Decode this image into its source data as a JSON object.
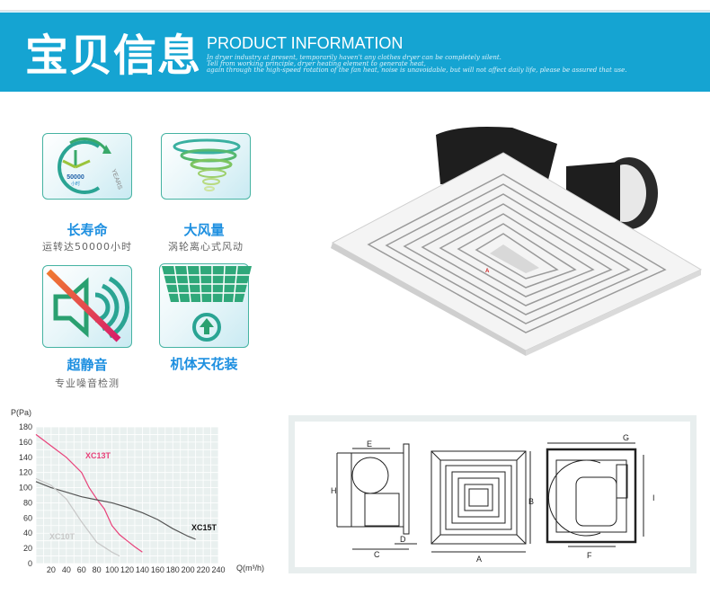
{
  "header": {
    "title_cn": "宝贝信息",
    "title_en": "PRODUCT INFORMATION",
    "description": [
      "In dryer industry at present, temporarily haven't any clothes dryer can be completely silent.",
      "Tell from working principle, dryer heating element to generate heat,",
      "again through the high-speed rotation of the fan heat, noise is unavoidable, but will not affect daily life, please be assured that use."
    ],
    "accent_color": "#15a4d2"
  },
  "features": [
    {
      "icon": "clock-icon",
      "icon_text_1": "50000",
      "icon_text_2": "小时",
      "icon_text_3": "YEARS",
      "label": "长寿命",
      "sub": "运转达50000小时"
    },
    {
      "icon": "tornado-icon",
      "label": "大风量",
      "sub": "涡轮离心式风动"
    },
    {
      "icon": "mute-speaker-icon",
      "label": "超静音",
      "sub": "专业噪音检测"
    },
    {
      "icon": "ceiling-mount-icon",
      "label": "机体天花装",
      "sub": ""
    }
  ],
  "chart_data": {
    "type": "line",
    "title": "",
    "xlabel": "Q(m³/h)",
    "ylabel": "P(Pa)",
    "xlim": [
      0,
      240
    ],
    "ylim": [
      0,
      180
    ],
    "xticks": [
      "20",
      "40",
      "60",
      "80",
      "100",
      "120",
      "140",
      "160",
      "180",
      "200",
      "220",
      "240"
    ],
    "yticks": [
      "0",
      "20",
      "40",
      "60",
      "80",
      "100",
      "120",
      "140",
      "160",
      "180"
    ],
    "grid": true,
    "series": [
      {
        "name": "XC13T",
        "color": "#e8427a",
        "x": [
          0,
          20,
          40,
          60,
          70,
          80,
          90,
          100,
          110,
          120,
          130,
          140
        ],
        "y": [
          170,
          155,
          140,
          120,
          100,
          85,
          72,
          50,
          38,
          30,
          22,
          15
        ]
      },
      {
        "name": "XC15T",
        "color": "#555555",
        "x": [
          0,
          20,
          40,
          60,
          80,
          100,
          120,
          140,
          160,
          180,
          200,
          210
        ],
        "y": [
          108,
          100,
          94,
          88,
          84,
          80,
          74,
          67,
          58,
          46,
          36,
          32
        ]
      },
      {
        "name": "XC10T",
        "color": "#c8c8c8",
        "x": [
          0,
          20,
          40,
          60,
          80,
          100,
          110
        ],
        "y": [
          112,
          103,
          85,
          55,
          28,
          15,
          10
        ]
      }
    ]
  },
  "diagram": {
    "labels": [
      "E",
      "H",
      "C",
      "D",
      "A",
      "B",
      "G",
      "I",
      "F"
    ]
  }
}
